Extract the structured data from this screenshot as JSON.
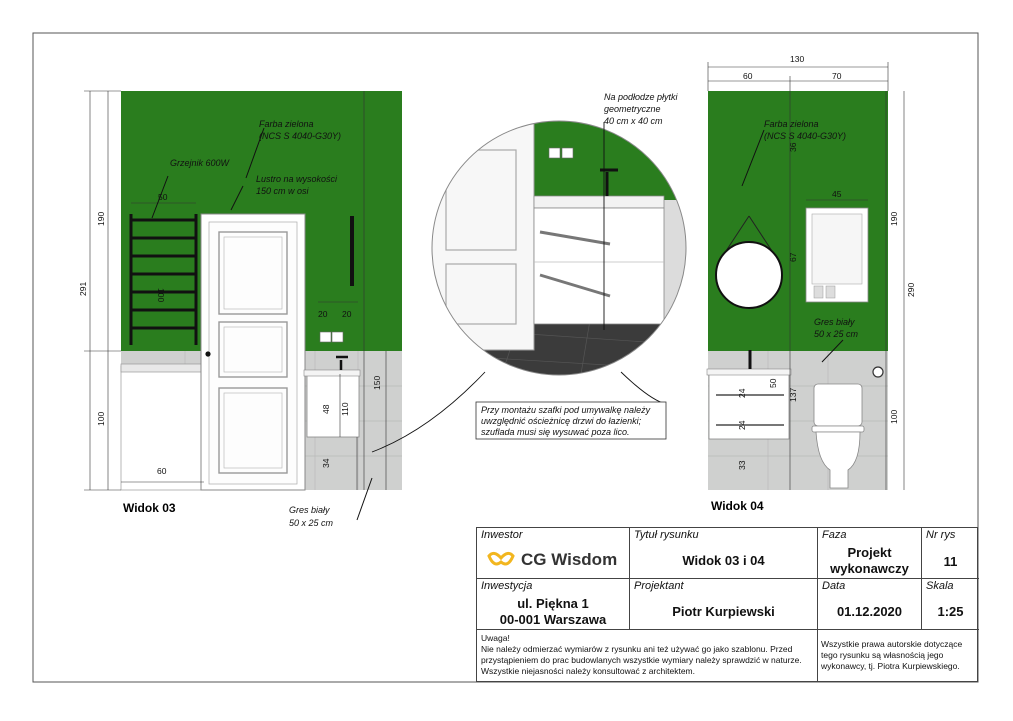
{
  "views": {
    "left_title": "Widok 03",
    "right_title": "Widok 04"
  },
  "notes": {
    "paint_left_1": "Farba  zielona",
    "paint_left_2": "(NCS S 4040-G30Y)",
    "radiator": "Grzejnik 600W",
    "mirror_1": "Lustro na wysokości",
    "mirror_2": "150 cm w osi",
    "tiles_left_1": "Gres biały",
    "tiles_left_2": "50 x 25 cm",
    "floor_1": "Na podłodze płytki",
    "floor_2": "geometryczne",
    "floor_3": "40 cm x 40 cm",
    "paint_right_1": "Farba  zielona",
    "paint_right_2": "(NCS S 4040-G30Y)",
    "tiles_right_1": "Gres biały",
    "tiles_right_2": "50 x 25 cm",
    "cabinet_1": "Przy montażu szafki pod umywalkę należy",
    "cabinet_2": "uwzględnić ościeżnicę drzwi do łazienki;",
    "cabinet_3": "szuflada musi się wysuwać poza lico."
  },
  "dims_left": {
    "h291": "291",
    "h190": "190",
    "h100": "100",
    "w50": "50",
    "v100": "100",
    "w20a": "20",
    "w20b": "20",
    "h150": "150",
    "h48": "48",
    "h110": "110",
    "h34": "34",
    "w60": "60"
  },
  "dims_right": {
    "w130": "130",
    "w60": "60",
    "w70": "70",
    "h36": "36",
    "w45": "45",
    "h67": "67",
    "h190": "190",
    "h290": "290",
    "h100": "100",
    "h50": "50",
    "h137": "137",
    "h24a": "24",
    "h24b": "24",
    "h33": "33"
  },
  "title_block": {
    "investor_label": "Inwestor",
    "logo_text": "CG Wisdom",
    "drawing_title_label": "Tytuł rysunku",
    "drawing_title": "Widok 03 i 04",
    "phase_label": "Faza",
    "phase_1": "Projekt",
    "phase_2": "wykonawczy",
    "sheet_no_label": "Nr rys",
    "sheet_no": "11",
    "investment_label": "Inwestycja",
    "address_1": "ul. Piękna 1",
    "address_2": "00-001 Warszawa",
    "designer_label": "Projektant",
    "designer": "Piotr Kurpiewski",
    "date_label": "Data",
    "date": "01.12.2020",
    "scale_label": "Skala",
    "scale": "1:25",
    "warning_1": "Uwaga!",
    "warning_2": "Nie należy odmierzać wymiarów z rysunku ani też używać go jako szablonu. Przed",
    "warning_3": "przystąpieniem do prac budowlanych wszystkie wymiary należy sprawdzić w naturze.",
    "warning_4": "Wszystkie niejasności należy konsultować z architektem.",
    "copyright_1": "Wszystkie prawa autorskie dotyczące",
    "copyright_2": "tego rysunku są własnością jego",
    "copyright_3": "wykonawcy, tj. Piotra Kurpiewskiego."
  },
  "colors": {
    "wall_green": "#2a7d1e",
    "tile_grey": "#cfd0cf",
    "frame": "#555555"
  }
}
